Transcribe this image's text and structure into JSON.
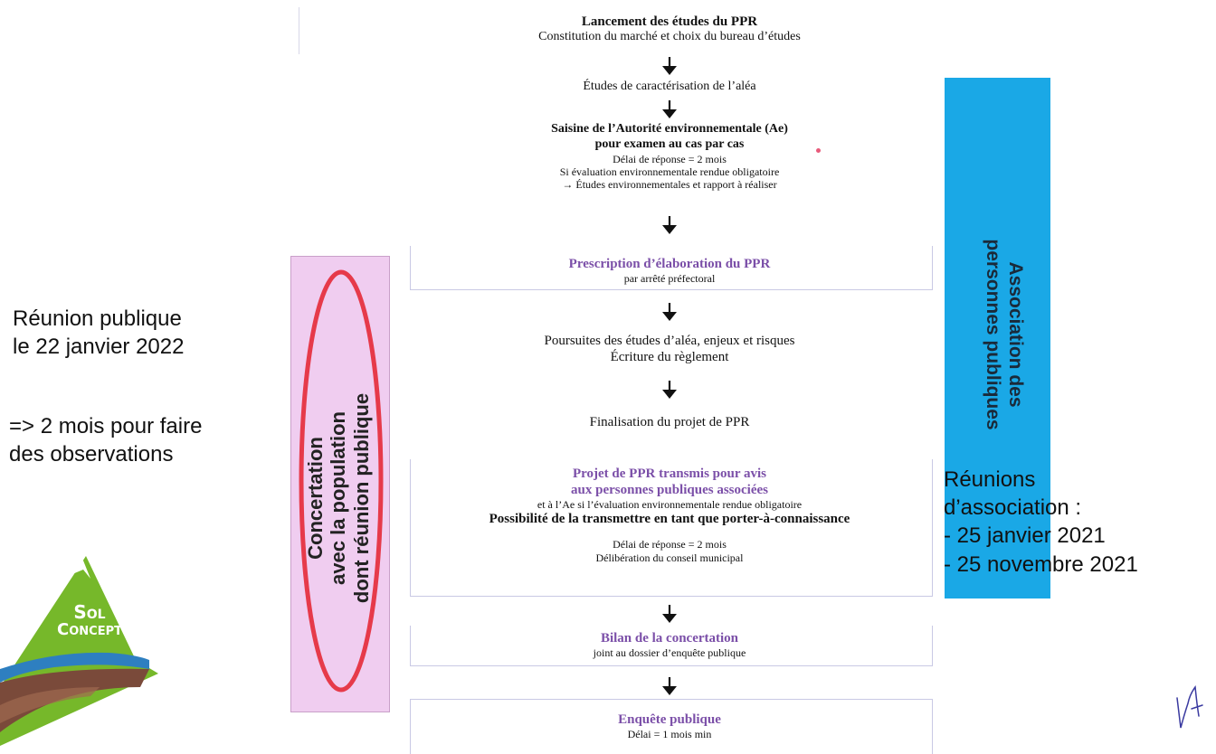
{
  "flow": {
    "step1_title": "Lancement des études du PPR",
    "step1_sub": "Constitution du marché et choix du bureau d’études",
    "step2": "Études de caractérisation de l’aléa",
    "step3_title_1": "Saisine de l’Autorité environnementale (Ae)",
    "step3_title_2": "pour examen au cas par cas",
    "step3_line1": "Délai de réponse = 2 mois",
    "step3_line2": "Si évaluation environnementale rendue obligatoire",
    "step3_line3": "→ Études environnementales et rapport à réaliser",
    "step4_title": "Prescription d’élaboration du PPR",
    "step4_sub": "par arrêté préfectoral",
    "step5_line1": "Poursuites des études d’aléa, enjeux et risques",
    "step5_line2": "Écriture du règlement",
    "step6": "Finalisation du projet de PPR",
    "step7_title_1": "Projet de PPR transmis pour avis",
    "step7_title_2": "aux personnes publiques associées",
    "step7_line1": "et à l’Ae si l’évaluation environnementale rendue obligatoire",
    "step7_bold": "Possibilité de la transmettre en tant que porter-à-connaissance",
    "step7_line2": "Délai de réponse = 2 mois",
    "step7_line3": "Délibération du conseil municipal",
    "step8_title": "Bilan de la concertation",
    "step8_sub": "joint au dossier d’enquête publique",
    "step9_title": "Enquête publique",
    "step9_sub": "Délai = 1 mois min"
  },
  "left_panel": {
    "line1": "Concertation",
    "line2": "avec la population",
    "line3": "dont réunion publique"
  },
  "right_panel": {
    "line1": "Association des",
    "line2": "personnes publiques"
  },
  "notes": {
    "meeting_1": "Réunion publique",
    "meeting_2": "le 22 janvier 2022",
    "obs_1": "=> 2 mois pour faire",
    "obs_2": "des observations",
    "assoc_1": "Réunions",
    "assoc_2": "d’association :",
    "assoc_3": "- 25 janvier 2021",
    "assoc_4": "- 25 novembre 2021"
  },
  "logo": {
    "line1": "Sol",
    "line2": "Concept"
  },
  "colors": {
    "blue_panel": "#1aa8e6",
    "pink_panel": "#f0cdf0",
    "red_ellipse": "#e63a4a",
    "purple_titles": "#7b4fa8",
    "logo_green": "#76b82a",
    "logo_blue": "#2e7fc0",
    "logo_brown": "#7a4a3a"
  }
}
